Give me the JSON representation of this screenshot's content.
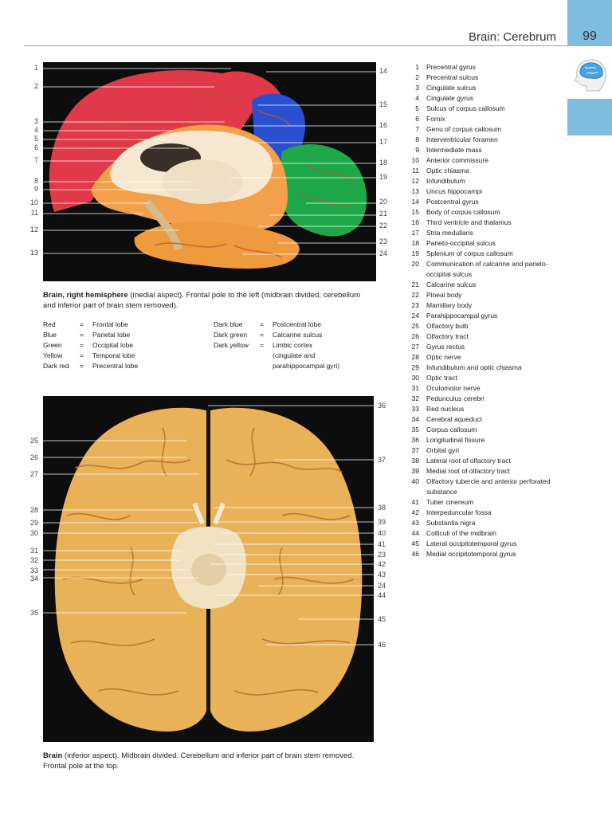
{
  "header": {
    "title": "Brain: Cerebrum",
    "page_number": "99"
  },
  "figure1": {
    "caption_bold": "Brain, right hemisphere",
    "caption_rest": " (medial aspect). Frontal pole to the left (midbrain divided, cerebellum and inferior part of brain stem removed).",
    "labels_left": [
      "1",
      "2",
      "3",
      "4",
      "5",
      "6",
      "7",
      "8",
      "9",
      "10",
      "11",
      "12",
      "13"
    ],
    "labels_right": [
      "14",
      "15",
      "16",
      "17",
      "18",
      "19",
      "20",
      "21",
      "22",
      "23",
      "24"
    ],
    "color_key_left": [
      {
        "color": "Red",
        "eq": "=",
        "meaning": "Frontal lobe"
      },
      {
        "color": "Blue",
        "eq": "=",
        "meaning": "Parietal lobe"
      },
      {
        "color": "Green",
        "eq": "=",
        "meaning": "Occipital lobe"
      },
      {
        "color": "Yellow",
        "eq": "=",
        "meaning": "Temporal lobe"
      },
      {
        "color": "Dark red",
        "eq": "=",
        "meaning": "Precentral lobe"
      }
    ],
    "color_key_right": [
      {
        "color": "Dark blue",
        "eq": "=",
        "meaning": "Postcentral lobe"
      },
      {
        "color": "Dark green",
        "eq": "=",
        "meaning": "Calcarine sulcus"
      },
      {
        "color": "Dark yellow",
        "eq": "=",
        "meaning": "Limbic cortex"
      },
      {
        "color": "",
        "eq": "",
        "meaning": "(cingulate and"
      },
      {
        "color": "",
        "eq": "",
        "meaning": "parahippocampal gyri)"
      }
    ]
  },
  "figure2": {
    "caption_bold": "Brain",
    "caption_rest": " (inferior aspect). Midbrain divided. Cerebellum and inferior part of brain stem removed. Frontal pole at the top.",
    "labels_left": [
      "25",
      "26",
      "27",
      "28",
      "29",
      "30",
      "31",
      "32",
      "33",
      "34",
      "35"
    ],
    "labels_right": [
      "36",
      "37",
      "38",
      "39",
      "40",
      "41",
      "23",
      "42",
      "43",
      "24",
      "44",
      "45",
      "46"
    ]
  },
  "legend": [
    {
      "n": "1",
      "t": "Precentral gyrus"
    },
    {
      "n": "2",
      "t": "Precentral sulcus"
    },
    {
      "n": "3",
      "t": "Cingulate sulcus"
    },
    {
      "n": "4",
      "t": "Cingulate gyrus"
    },
    {
      "n": "5",
      "t": "Sulcus of corpus callosum"
    },
    {
      "n": "6",
      "t": "Fornix"
    },
    {
      "n": "7",
      "t": "Genu of corpus callosum"
    },
    {
      "n": "8",
      "t": "Interventricular foramen"
    },
    {
      "n": "9",
      "t": "Intermediate mass"
    },
    {
      "n": "10",
      "t": "Anterior commissure"
    },
    {
      "n": "11",
      "t": "Optic chiasma"
    },
    {
      "n": "12",
      "t": "Infundibulum"
    },
    {
      "n": "13",
      "t": "Uncus hippocampi"
    },
    {
      "n": "14",
      "t": "Postcentral gyrus"
    },
    {
      "n": "15",
      "t": "Body of corpus callosum"
    },
    {
      "n": "16",
      "t": "Third ventricle and thalamus"
    },
    {
      "n": "17",
      "t": "Stria medullaris"
    },
    {
      "n": "18",
      "t": "Parieto-occipital sulcus"
    },
    {
      "n": "19",
      "t": "Splenium of corpus callosum"
    },
    {
      "n": "20",
      "t": "Communication of calcarine and parieto-occipital sulcus"
    },
    {
      "n": "21",
      "t": "Calcarine sulcus"
    },
    {
      "n": "22",
      "t": "Pineal body"
    },
    {
      "n": "23",
      "t": "Mamillary body"
    },
    {
      "n": "24",
      "t": "Parahippocampal gyrus"
    },
    {
      "n": "25",
      "t": "Olfactory bulb"
    },
    {
      "n": "26",
      "t": "Olfactory tract"
    },
    {
      "n": "27",
      "t": "Gyrus rectus"
    },
    {
      "n": "28",
      "t": "Optic nerve"
    },
    {
      "n": "29",
      "t": "Infundibulum and optic chiasma"
    },
    {
      "n": "30",
      "t": "Optic tract"
    },
    {
      "n": "31",
      "t": "Oculomotor nerve"
    },
    {
      "n": "32",
      "t": "Pedunculus cerebri"
    },
    {
      "n": "33",
      "t": "Red nucleus"
    },
    {
      "n": "34",
      "t": "Cerebral aqueduct"
    },
    {
      "n": "35",
      "t": "Corpus callosum"
    },
    {
      "n": "36",
      "t": "Longitudinal fissure"
    },
    {
      "n": "37",
      "t": "Orbital gyri"
    },
    {
      "n": "38",
      "t": "Lateral root of olfactory tract"
    },
    {
      "n": "39",
      "t": "Medial root of olfactory tract"
    },
    {
      "n": "40",
      "t": "Olfactory tubercle and anterior perforated substance"
    },
    {
      "n": "41",
      "t": "Tuber cinereum"
    },
    {
      "n": "42",
      "t": "Interpeduncular fossa"
    },
    {
      "n": "43",
      "t": "Substantia nigra"
    },
    {
      "n": "44",
      "t": "Colliculi of the midbrain"
    },
    {
      "n": "45",
      "t": "Lateral occipitotemporal gyrus"
    },
    {
      "n": "46",
      "t": "Medial occipitotemporal gyrus"
    }
  ],
  "colors": {
    "accent_blue": "#7fbde0",
    "frontal_red": "#e0394a",
    "parietal_blue": "#2a4fd0",
    "occipital_green": "#1fa84a",
    "temporal_orange": "#f2a04a",
    "brain_tan": "#e9b258"
  }
}
